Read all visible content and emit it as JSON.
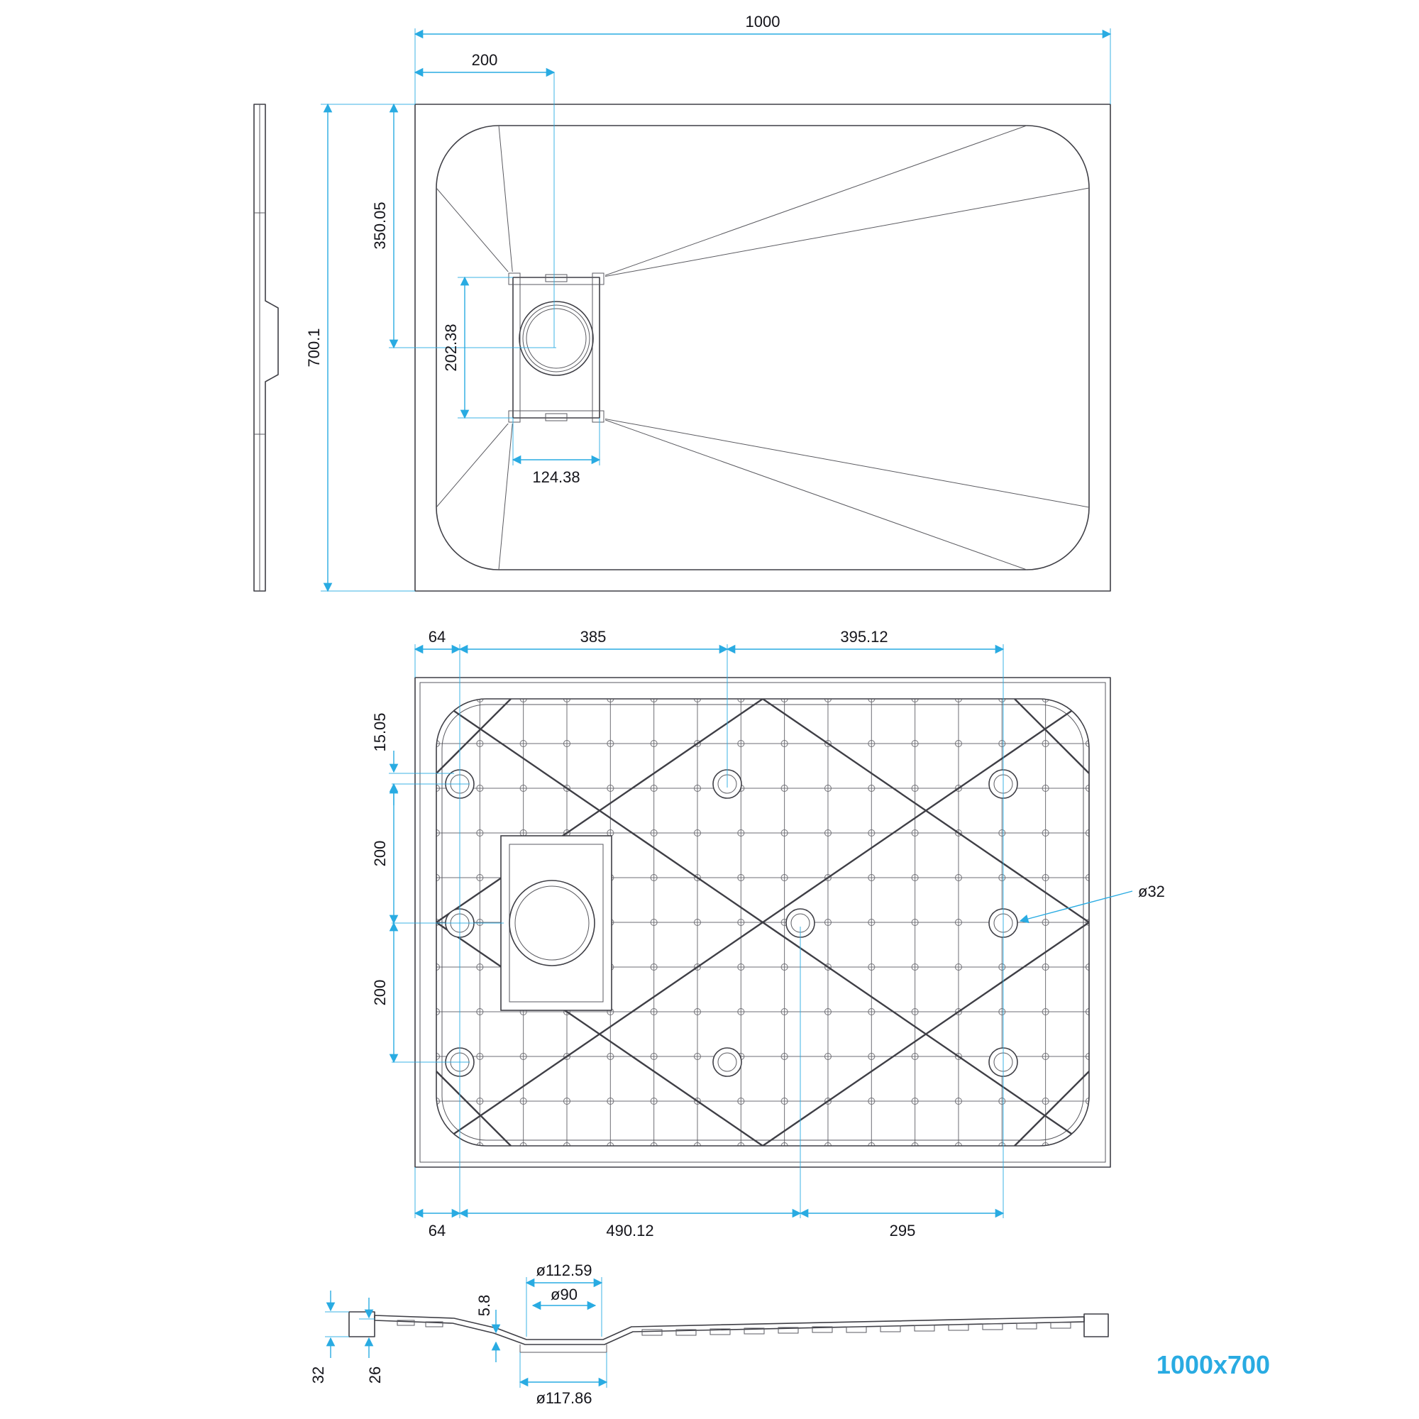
{
  "drawing_title": "1000x700",
  "colors": {
    "dimension_line": "#29ABE2",
    "title_text": "#29ABE2",
    "drawing_line": "#3f3f46",
    "dimension_text": "#14141a"
  },
  "top_view": {
    "width": "1000",
    "drain_offset_x": "200",
    "height": "700.1",
    "drain_offset_y": "350.05",
    "flange_height": "202.38",
    "flange_width": "124.38"
  },
  "bottom_view": {
    "edge_offset_top": "64",
    "foot_span_top_left": "385",
    "foot_span_top_right": "395.12",
    "rib_inset": "15.05",
    "foot_gap_upper": "200",
    "foot_gap_lower": "200",
    "foot_diameter": "ø32",
    "edge_offset_bottom": "64",
    "foot_span_bottom_left": "490.12",
    "foot_span_bottom_right": "295"
  },
  "section_view": {
    "recess_depth": "5.8",
    "drain_top_diameter": "ø112.59",
    "drain_hole_diameter": "ø90",
    "edge_height": "32",
    "floor_height": "26",
    "drain_bottom_diameter": "ø117.86"
  }
}
